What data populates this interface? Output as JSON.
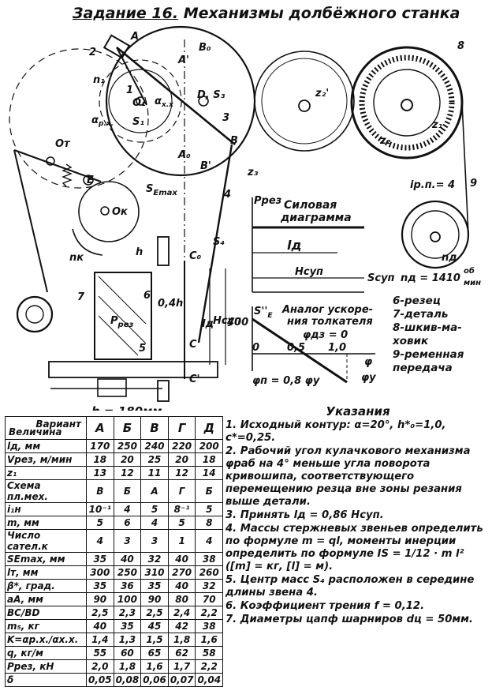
{
  "title": {
    "prefix": "Задание 16.",
    "main": "Механизмы долбёжного станка"
  },
  "labels": {
    "A": "A",
    "B0": "B₀",
    "A1": "A'",
    "n1": "n₁",
    "one": "1",
    "O1": "O₁",
    "akh": "α",
    "akh_sub": "х.х",
    "D": "D, S₃",
    "three": "3",
    "arx": "α",
    "arx_sub": "р.х.",
    "S1": "S₁",
    "A0": "A₀",
    "B": "B",
    "B1": "B'",
    "two": "2",
    "Ot": "Oт",
    "E": "E",
    "SEmax": "S",
    "SEmax_sub": "Emax",
    "Ok": "Oк",
    "nk": "nк",
    "four": "4",
    "S4": "S₄",
    "h": "h",
    "C0": "C₀",
    "h04": "0,4h",
    "seven": "7",
    "six": "6",
    "Prez": "P",
    "Prez_sub": "рез",
    "ld": "lд",
    "Hsup": "Hсуп",
    "dim400": "400",
    "five": "5",
    "C": "C",
    "C1": "C'",
    "h180": "h = 180мм",
    "z3": "z₃",
    "z2p": "z₂'",
    "z2": "z₂",
    "z1": "z₁",
    "eight": "8",
    "nine": "9",
    "irp": "iр.п.= 4",
    "nd": "nд",
    "Prez_axis": "Pрез",
    "force_title1": "Силовая",
    "force_title2": "диаграмма",
    "ld2": "lд",
    "Hsup2": "Hсуп",
    "Ssup": "Sсуп",
    "nd_eq": "nд = 1410",
    "nd_unit_top": "об",
    "nd_unit_bot": "мин",
    "SE2": "S''",
    "SE2_sub": "E",
    "accel1": "Аналог ускоре-",
    "accel2": "ния толкателя",
    "phi_dz": "φдз = 0",
    "ax0": "0",
    "ax05": "0,5",
    "ax10": "1,0",
    "phi_top": "φ",
    "phi_bot": "φy",
    "phin": "φп = 0,8 φy"
  },
  "legend": [
    "6-резец",
    "7-деталь",
    "8-шкив-ма-",
    "ховик",
    "9-ременная",
    "передача"
  ],
  "table": {
    "corner_top": "Вариант",
    "corner_bottom": "Величина",
    "variants": [
      "А",
      "Б",
      "В",
      "Г",
      "Д"
    ],
    "rows": [
      {
        "param": "lд, мм",
        "values": [
          "170",
          "250",
          "240",
          "220",
          "200"
        ]
      },
      {
        "param": "Vрез, м/мин",
        "values": [
          "18",
          "20",
          "25",
          "20",
          "18"
        ]
      },
      {
        "param": "z₁",
        "values": [
          "13",
          "12",
          "11",
          "12",
          "14"
        ]
      },
      {
        "param": "Схема пл.мех.",
        "values": [
          "В",
          "Б",
          "А",
          "Г",
          "Б"
        ]
      },
      {
        "param": "i₁н",
        "values": [
          "10⁻¹",
          "4",
          "5",
          "8⁻¹",
          "5"
        ]
      },
      {
        "param": "m, мм",
        "values": [
          "5",
          "6",
          "4",
          "5",
          "8"
        ]
      },
      {
        "param": "Число сател.к",
        "values": [
          "4",
          "3",
          "3",
          "1",
          "4"
        ]
      },
      {
        "param": "SEmax, мм",
        "values": [
          "35",
          "40",
          "32",
          "40",
          "38"
        ]
      },
      {
        "param": "lт, мм",
        "values": [
          "300",
          "250",
          "310",
          "270",
          "260"
        ]
      },
      {
        "param": "β*, град.",
        "values": [
          "35",
          "36",
          "35",
          "40",
          "32"
        ]
      },
      {
        "param": "aA, мм",
        "values": [
          "90",
          "100",
          "90",
          "80",
          "70"
        ]
      },
      {
        "param": "BC/BD",
        "values": [
          "2,5",
          "2,3",
          "2,5",
          "2,4",
          "2,2"
        ]
      },
      {
        "param": "m₅, кг",
        "values": [
          "40",
          "35",
          "45",
          "42",
          "38"
        ]
      },
      {
        "param": "K=αр.х./αх.х.",
        "values": [
          "1,4",
          "1,3",
          "1,5",
          "1,8",
          "1,6"
        ]
      },
      {
        "param": "q, кг/м",
        "values": [
          "55",
          "60",
          "65",
          "62",
          "58"
        ]
      },
      {
        "param": "Pрез, кН",
        "values": [
          "2,0",
          "1,8",
          "1,6",
          "1,7",
          "2,2"
        ]
      },
      {
        "param": "δ",
        "values": [
          "0,05",
          "0,08",
          "0,06",
          "0,07",
          "0,04"
        ]
      }
    ]
  },
  "notes": {
    "heading": "Указания",
    "items": [
      "1. Исходный контур: α=20°, h*₀=1,0, c*=0,25.",
      "2. Рабочий угол кулачкового механизма φраб на 4° меньше угла поворота кривошипа, соответствующего перемещению резца вне зоны резания выше детали.",
      "3. Принять lд = 0,86 Hсуп.",
      "4. Массы стержневых звеньев определить по формуле m = ql, моменты инерции определить по формуле IS = 1/12 · m l² ([m] = кг, [l] = м).",
      "5. Центр масс S₄ расположен в середине длины звена 4.",
      "6. Коэффициент трения f = 0,12.",
      "7. Диаметры цапф шарниров dц = 50мм."
    ]
  }
}
